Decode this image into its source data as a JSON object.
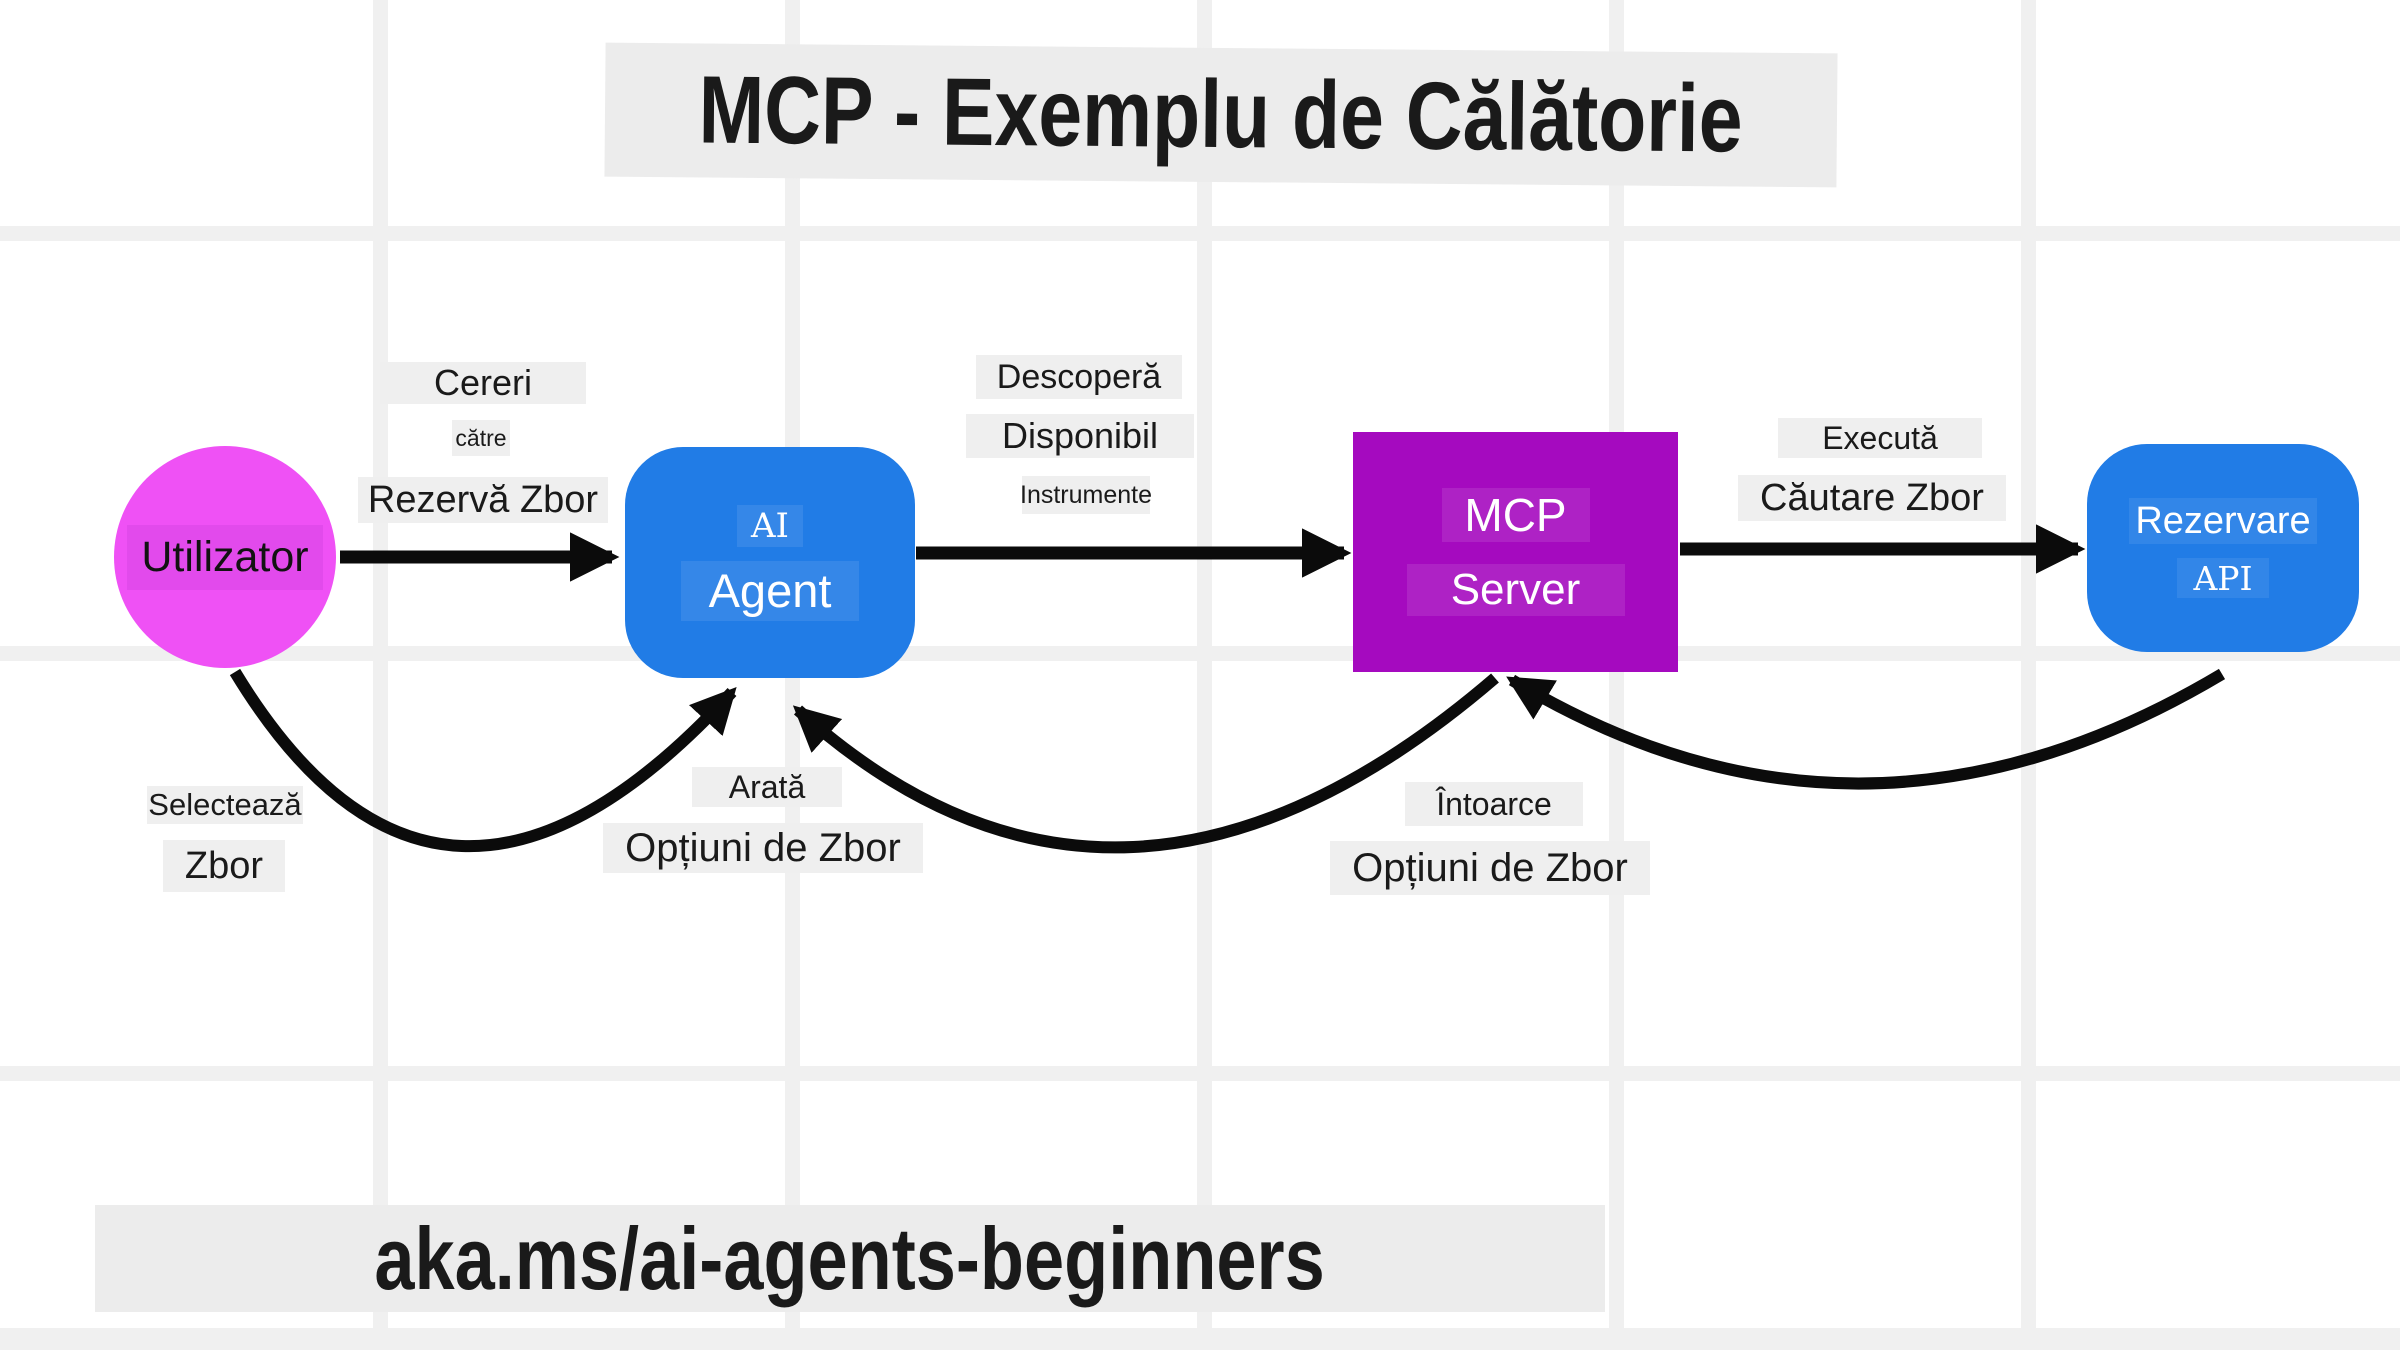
{
  "title": "MCP - Exemplu de Călătorie",
  "footer": "aka.ms/ai-agents-beginners",
  "colors": {
    "user_node": "#ef51f5",
    "agent_node": "#217ce6",
    "mcp_node": "#a50abf",
    "api_node": "#217ce6",
    "label_band": "#efefef",
    "arrow": "#0b0b0b",
    "text": "#1a1a1a"
  },
  "nodes": {
    "user": {
      "label": "Utilizator"
    },
    "agent": {
      "line1": "AI",
      "line2": "Agent"
    },
    "mcp": {
      "line1": "MCP",
      "line2": "Server"
    },
    "api": {
      "line1": "Rezervare",
      "line2": "API"
    }
  },
  "edges": {
    "user_to_agent": {
      "lines": [
        "Cereri",
        "către",
        "Rezervă Zbor"
      ]
    },
    "agent_to_mcp": {
      "lines": [
        "Descoperă",
        "Disponibil",
        "Instrumente"
      ]
    },
    "mcp_to_api": {
      "lines": [
        "Execută",
        "Căutare Zbor"
      ]
    },
    "user_selects": {
      "lines": [
        "Selectează",
        "Zbor"
      ]
    },
    "agent_shows": {
      "lines": [
        "Arată",
        "Opțiuni de Zbor"
      ]
    },
    "mcp_returns": {
      "lines": [
        "Întoarce",
        "Opțiuni de Zbor"
      ]
    }
  }
}
